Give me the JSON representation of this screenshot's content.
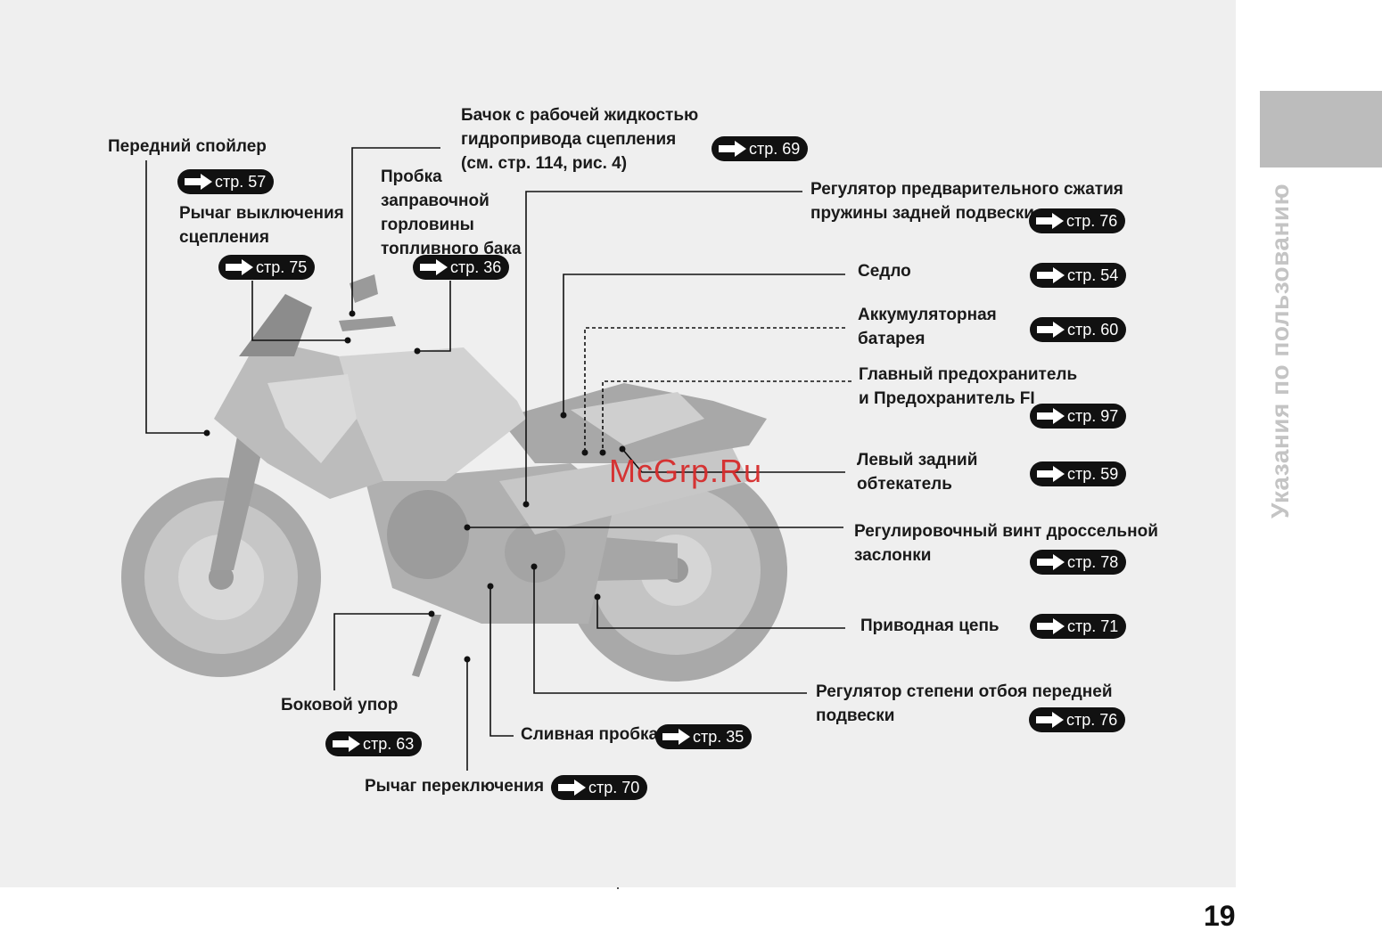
{
  "side_title": "Указания по пользованию",
  "page_number": "19",
  "watermark": "McGrp.Ru",
  "labels": {
    "front_spoiler": [
      "Передний спойлер"
    ],
    "clutch_lever": [
      "Рычаг выключения",
      "сцепления"
    ],
    "clutch_fluid": [
      "Бачок с рабочей жидкостью",
      "гидропривода сцепления",
      "(см. стр. 114, рис. 4)"
    ],
    "fuel_cap": [
      "Пробка",
      "заправочной",
      "горловины",
      "топливного бака"
    ],
    "rear_preload": [
      "Регулятор предварительного сжатия",
      "пружины задней подвески"
    ],
    "seat": [
      "Седло"
    ],
    "battery": [
      "Аккумуляторная",
      "батарея"
    ],
    "fuses": [
      "Главный предохранитель",
      "и Предохранитель FI"
    ],
    "left_rear_cowl": [
      "Левый задний",
      "обтекатель"
    ],
    "throttle_screw": [
      "Регулировочный винт дроссельной",
      "заслонки"
    ],
    "drive_chain": [
      "Приводная цепь"
    ],
    "front_rebound": [
      "Регулятор степени отбоя передней",
      "подвески"
    ],
    "side_stand": [
      "Боковой упор"
    ],
    "drain_plug": [
      "Сливная пробка"
    ],
    "gear_lever": [
      "Рычаг переключения"
    ]
  },
  "refs": {
    "front_spoiler": "стр. 57",
    "clutch_lever": "стр. 75",
    "clutch_fluid": "стр. 69",
    "fuel_cap": "стр. 36",
    "rear_preload": "стр. 76",
    "seat": "стр. 54",
    "battery": "стр. 60",
    "fuses": "стр. 97",
    "left_rear_cowl": "стр. 59",
    "throttle_screw": "стр. 78",
    "drive_chain": "стр. 71",
    "front_rebound": "стр. 76",
    "side_stand": "стр. 63",
    "drain_plug": "стр. 35",
    "gear_lever": "стр. 70"
  },
  "icons": {
    "ref_arrow": "right-arrow-icon",
    "callout_dot": "callout-dot-icon"
  },
  "colors": {
    "panel_bg": "#efefef",
    "side_tab": "#bcbcbc",
    "side_title": "#c4c4c4",
    "ref_badge": "#111111",
    "watermark": "#d62c2c",
    "bike_body": "#b8b8b8"
  }
}
